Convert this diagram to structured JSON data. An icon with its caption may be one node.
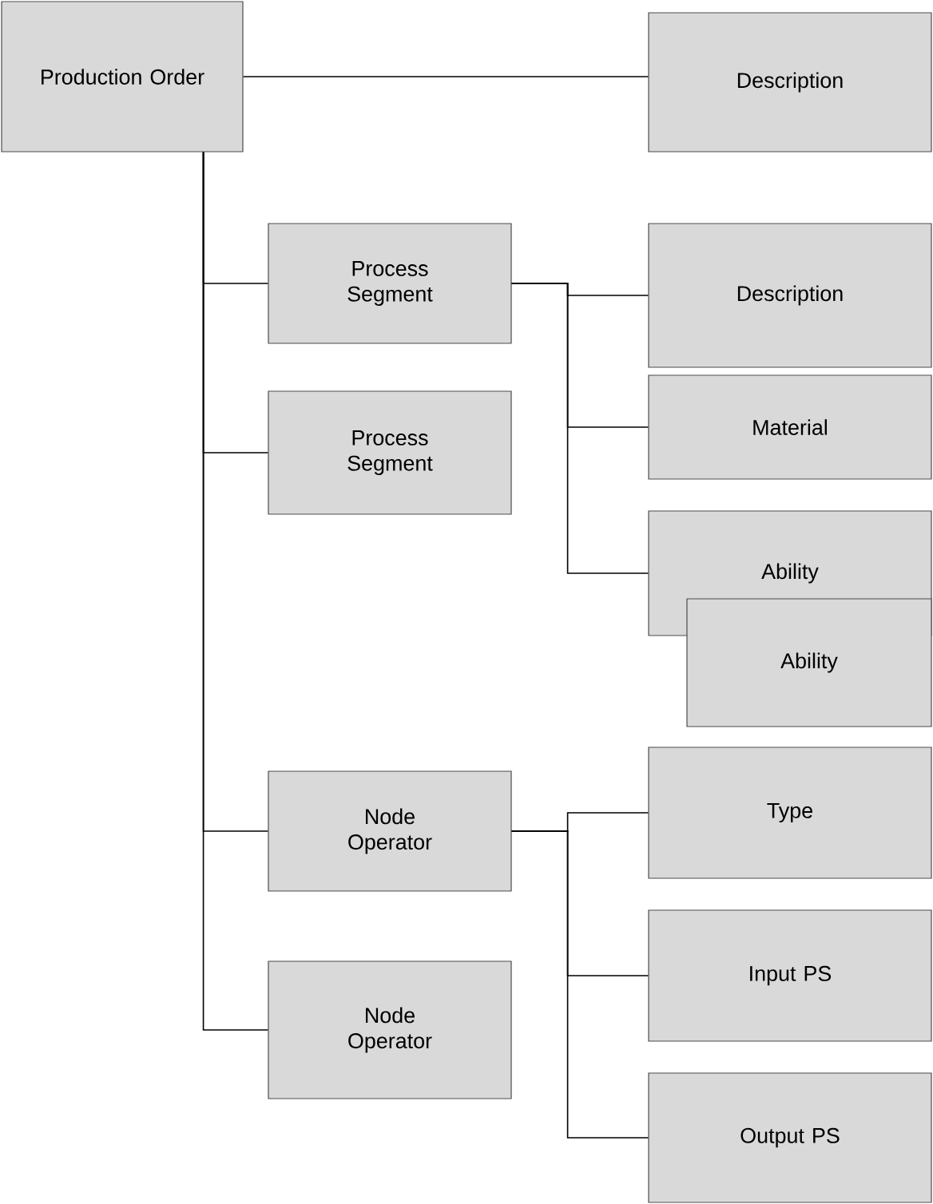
{
  "diagram": {
    "nodes": [
      {
        "text": [
          "Production Order"
        ]
      },
      {
        "text": [
          "Description"
        ]
      },
      {
        "text": [
          "Process Segment"
        ]
      },
      {
        "text": [
          "Description"
        ]
      },
      {
        "text": [
          "Process Segment"
        ]
      },
      {
        "text": [
          "Material"
        ]
      },
      {
        "text": [
          "Ability"
        ]
      },
      {
        "text": [
          "Ability"
        ]
      },
      {
        "text": [
          "Node Operator"
        ]
      },
      {
        "text": [
          "Type"
        ]
      },
      {
        "text": [
          "Input PS"
        ]
      },
      {
        "text": [
          "Node Operator"
        ]
      },
      {
        "text": [
          "Output PS"
        ]
      }
    ],
    "edges": [
      {
        "from": 0,
        "to": 1,
        "arrow": "none"
      },
      {
        "from": 0,
        "to": 2,
        "arrow": "none"
      },
      {
        "from": 0,
        "to": 4,
        "arrow": "none"
      },
      {
        "from": 0,
        "to": 8,
        "arrow": "none"
      },
      {
        "from": 0,
        "to": 11,
        "arrow": "none"
      },
      {
        "from": 2,
        "to": 3,
        "arrow": "none"
      },
      {
        "from": 2,
        "to": 5,
        "arrow": "none"
      },
      {
        "from": 2,
        "to": 6,
        "arrow": "none"
      },
      {
        "from": 8,
        "to": 9,
        "arrow": "none"
      },
      {
        "from": 8,
        "to": 10,
        "arrow": "none"
      },
      {
        "from": 8,
        "to": 12,
        "arrow": "none"
      }
    ]
  }
}
